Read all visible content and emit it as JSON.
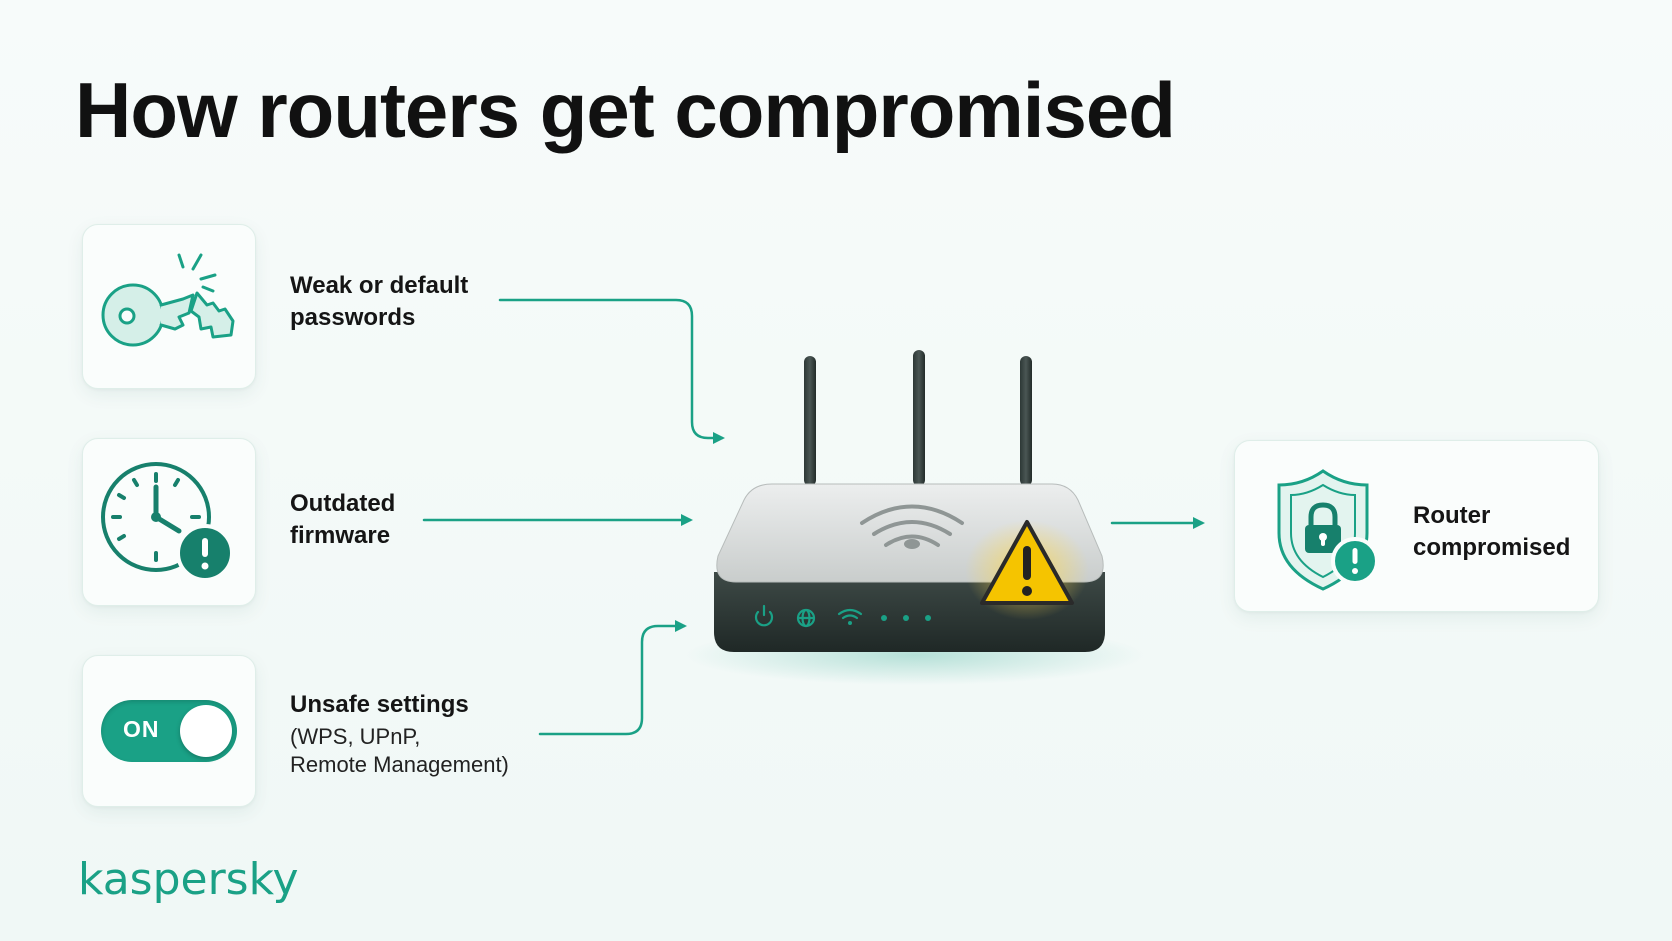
{
  "title": "How routers get compromised",
  "colors": {
    "accent": "#1aa186",
    "warning": "#f5c400",
    "text": "#111111",
    "router_base": "#2f3a38"
  },
  "causes": [
    {
      "label": "Weak or default passwords",
      "line1": "Weak or default",
      "line2": "passwords",
      "icon": "broken-key-icon"
    },
    {
      "label": "Outdated firmware",
      "line1": "Outdated",
      "line2": "firmware",
      "icon": "clock-alert-icon"
    },
    {
      "label": "Unsafe settings",
      "line1": "Unsafe settings",
      "details": [
        "(WPS, UPnP,",
        "Remote Management)"
      ],
      "icon": "toggle-on-icon",
      "toggle_text": "ON"
    }
  ],
  "router": {
    "icon": "wifi-router-icon",
    "warning_icon": "warning-triangle-icon"
  },
  "result": {
    "line1": "Router",
    "line2": "compromised",
    "icon": "shield-lock-alert-icon"
  },
  "brand": "kaspersky"
}
